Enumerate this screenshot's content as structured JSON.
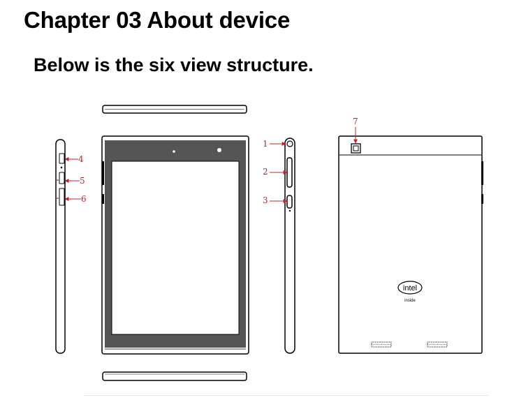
{
  "page": {
    "heading": "Chapter 03 About device",
    "subheading": "Below is the six view structure."
  },
  "figure": {
    "callouts": [
      {
        "id": 1,
        "label": "1"
      },
      {
        "id": 2,
        "label": "2"
      },
      {
        "id": 3,
        "label": "3"
      },
      {
        "id": 4,
        "label": "4"
      },
      {
        "id": 5,
        "label": "5"
      },
      {
        "id": 6,
        "label": "6"
      },
      {
        "id": 7,
        "label": "7"
      }
    ],
    "logo_text": "intel",
    "logo_subtext": "inside",
    "callout_color": "#c42127",
    "icons": [
      "power-button-icon",
      "volume-rocker-icon",
      "side-button-icon",
      "camera-lens-icon",
      "intel-inside-logo-icon",
      "speaker-grille-icon"
    ]
  }
}
